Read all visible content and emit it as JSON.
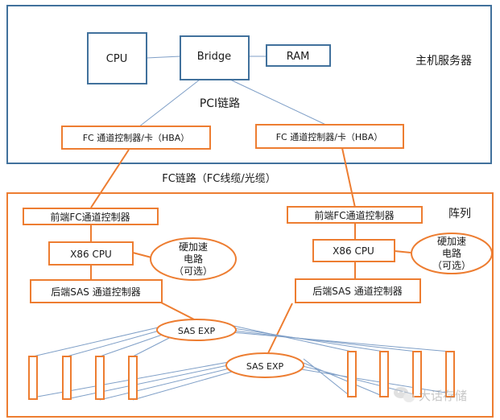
{
  "host": {
    "title": "主机服务器",
    "cpu": "CPU",
    "bridge": "Bridge",
    "ram": "RAM",
    "pci_link": "PCI链路",
    "hba_left": "FC 通道控制器/卡（HBA）",
    "hba_right": "FC 通道控制器/卡（HBA）"
  },
  "fc_link": "FC链路（FC线缆/光缆）",
  "array": {
    "title": "阵列",
    "front_left": "前端FC通道控制器",
    "front_right": "前端FC通道控制器",
    "cpu_left": "X86 CPU",
    "cpu_right": "X86 CPU",
    "accel_left": [
      "硬加速",
      "电路",
      "（可选）"
    ],
    "accel_right": [
      "硬加速",
      "电路",
      "（可选）"
    ],
    "back_left": "后端SAS 通道控制器",
    "back_right": "后端SAS 通道控制器",
    "exp_top": "SAS EXP",
    "exp_bottom": "SAS EXP"
  },
  "watermark": "大话存储",
  "colors": {
    "host_border": "#41719c",
    "array_border": "#ed7d31",
    "link_line": "#7f9fc7"
  }
}
